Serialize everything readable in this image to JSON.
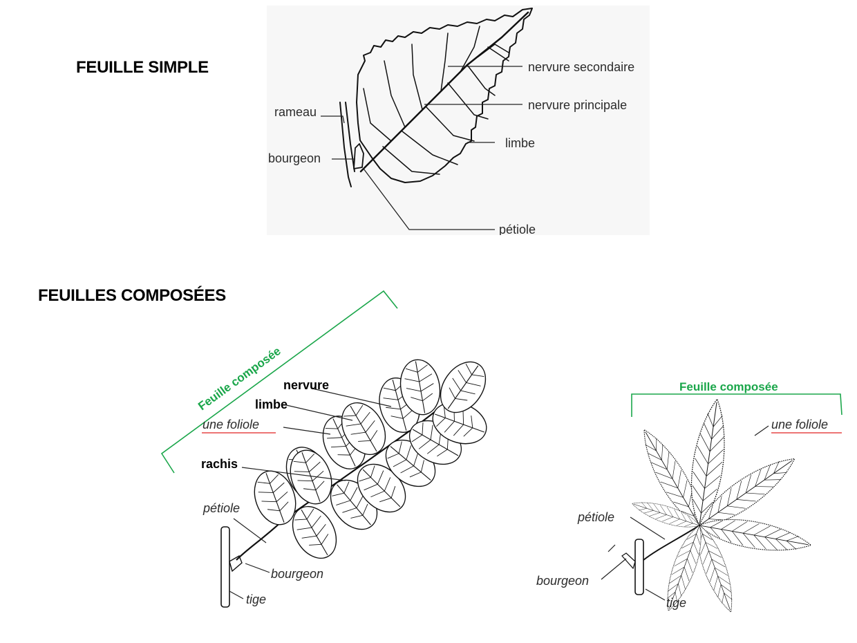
{
  "headings": {
    "simple": "FEUILLE SIMPLE",
    "composees": "FEUILLES COMPOSÉES"
  },
  "simple_leaf": {
    "labels": {
      "nervure_secondaire": "nervure secondaire",
      "nervure_principale": "nervure principale",
      "limbe": "limbe",
      "rameau": "rameau",
      "bourgeon": "bourgeon",
      "petiole": "pétiole"
    }
  },
  "pinnate_leaf": {
    "bracket_label": "Feuille composée",
    "labels": {
      "nervure": "nervure",
      "limbe": "limbe",
      "foliole": "une foliole",
      "rachis": "rachis",
      "petiole": "pétiole",
      "bourgeon": "bourgeon",
      "tige": "tige"
    }
  },
  "palmate_leaf": {
    "bracket_label": "Feuille composée",
    "labels": {
      "foliole": "une foliole",
      "petiole": "pétiole",
      "bourgeon": "bourgeon",
      "tige": "tige"
    }
  },
  "colors": {
    "annotation_green": "#1aa64a",
    "underline_red": "#e02020",
    "ink": "#111111"
  }
}
